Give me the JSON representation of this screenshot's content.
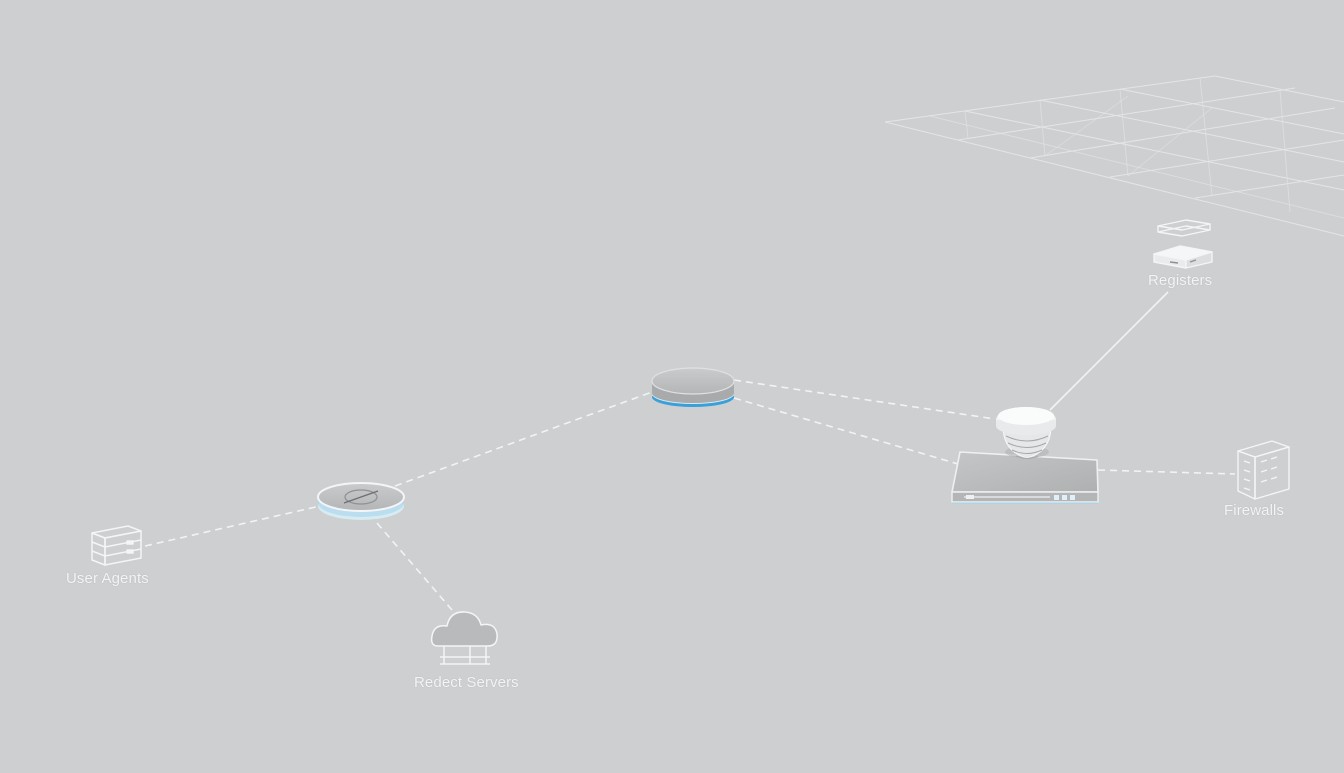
{
  "diagram": {
    "nodes": {
      "user_agents": {
        "label": "User Agents",
        "icon": "server-stack-icon"
      },
      "redect_servers": {
        "label": "Redect Servers",
        "icon": "cloud-server-icon"
      },
      "registers": {
        "label": "Registers",
        "icon": "stacked-layers-icon"
      },
      "firewalls": {
        "label": "Firewalls",
        "icon": "building-icon"
      },
      "proxy_hub": {
        "label": "",
        "icon": "disc-node-icon"
      },
      "core_hub": {
        "label": "",
        "icon": "disc-node-icon"
      },
      "switch_appliance": {
        "label": "",
        "icon": "network-switch-icon"
      }
    },
    "edges": [
      {
        "from": "user_agents",
        "to": "proxy_hub",
        "style": "dashed"
      },
      {
        "from": "proxy_hub",
        "to": "redect_servers",
        "style": "dashed"
      },
      {
        "from": "proxy_hub",
        "to": "core_hub",
        "style": "dashed"
      },
      {
        "from": "core_hub",
        "to": "switch_appliance",
        "style": "dashed"
      },
      {
        "from": "switch_appliance",
        "to": "registers",
        "style": "solid"
      },
      {
        "from": "switch_appliance",
        "to": "firewalls",
        "style": "dashed"
      }
    ],
    "colors": {
      "background": "#cdcfd0",
      "line": "#f2f3f4",
      "accent": "#3aa0d8",
      "node_fill": "#b9bbbd"
    }
  }
}
